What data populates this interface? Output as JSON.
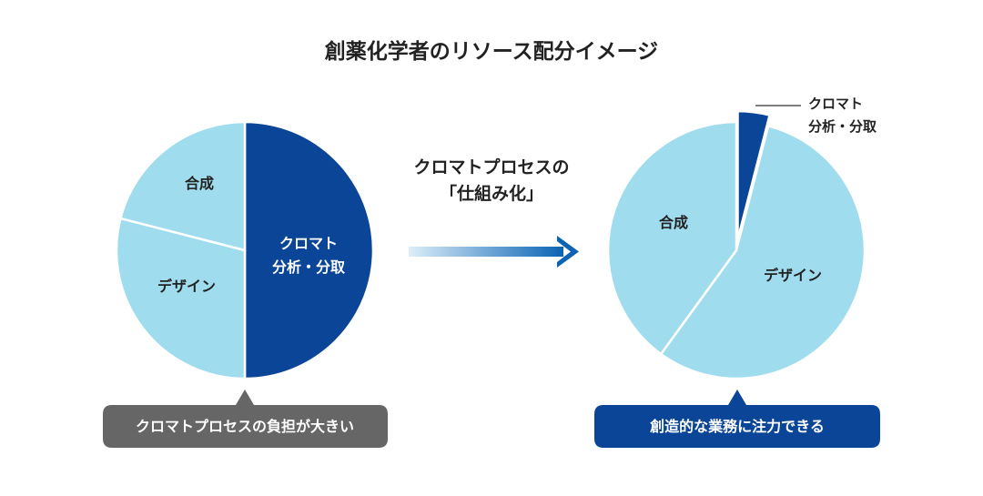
{
  "title": "創薬化学者のリソース配分イメージ",
  "colors": {
    "dark_blue": "#0b4598",
    "light_blue": "#9fdcee",
    "grey_bubble": "#666666",
    "arrow_start": "#dceef8",
    "arrow_end": "#0b63b4"
  },
  "center": {
    "line1": "クロマトプロセスの",
    "line2": "「仕組み化」"
  },
  "before_chart": {
    "bubble_text": "クロマトプロセスの負担が大きい",
    "slices": [
      {
        "name": "chromatography",
        "label_line1": "クロマト",
        "label_line2": "分析・分取",
        "value": 50
      },
      {
        "name": "design",
        "label_line1": "デザイン",
        "label_line2": "",
        "value": 29
      },
      {
        "name": "synthesis",
        "label_line1": "合成",
        "label_line2": "",
        "value": 21
      }
    ]
  },
  "after_chart": {
    "bubble_text": "創造的な業務に注力できる",
    "slices": [
      {
        "name": "chromatography",
        "label_line1": "クロマト",
        "label_line2": "分析・分取",
        "value": 4
      },
      {
        "name": "design",
        "label_line1": "デザイン",
        "label_line2": "",
        "value": 56
      },
      {
        "name": "synthesis",
        "label_line1": "合成",
        "label_line2": "",
        "value": 40
      }
    ]
  }
}
